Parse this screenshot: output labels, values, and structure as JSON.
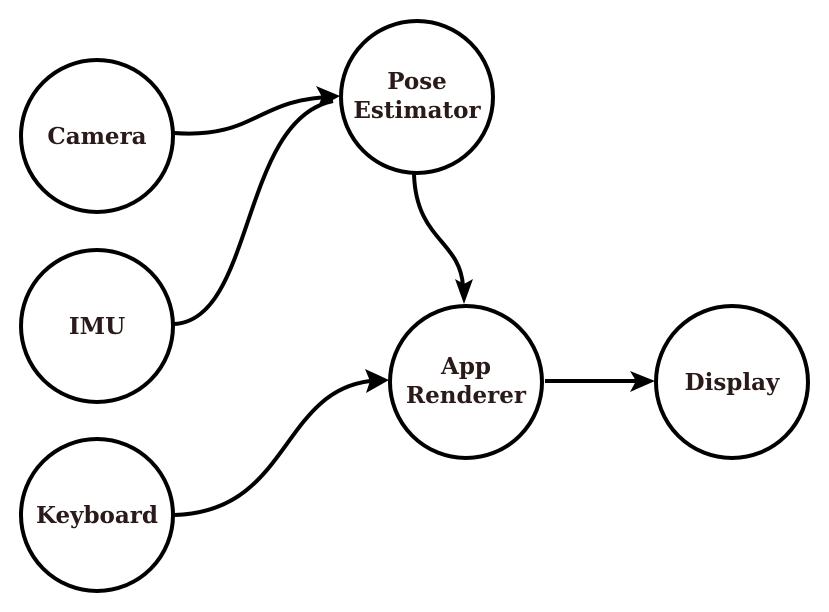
{
  "diagram": {
    "nodes": [
      {
        "id": "camera",
        "lines": [
          "Camera"
        ]
      },
      {
        "id": "imu",
        "lines": [
          "IMU"
        ]
      },
      {
        "id": "keyboard",
        "lines": [
          "Keyboard"
        ]
      },
      {
        "id": "pose-estimator",
        "lines": [
          "Pose",
          "Estimator"
        ]
      },
      {
        "id": "app-renderer",
        "lines": [
          "App",
          "Renderer"
        ]
      },
      {
        "id": "display",
        "lines": [
          "Display"
        ]
      }
    ],
    "edges": [
      {
        "from": "camera",
        "to": "pose-estimator"
      },
      {
        "from": "imu",
        "to": "pose-estimator"
      },
      {
        "from": "pose-estimator",
        "to": "app-renderer"
      },
      {
        "from": "keyboard",
        "to": "app-renderer"
      },
      {
        "from": "app-renderer",
        "to": "display"
      }
    ],
    "colors": {
      "stroke": "#000000",
      "text": "#2a1a1a",
      "fill": "#ffffff"
    }
  }
}
